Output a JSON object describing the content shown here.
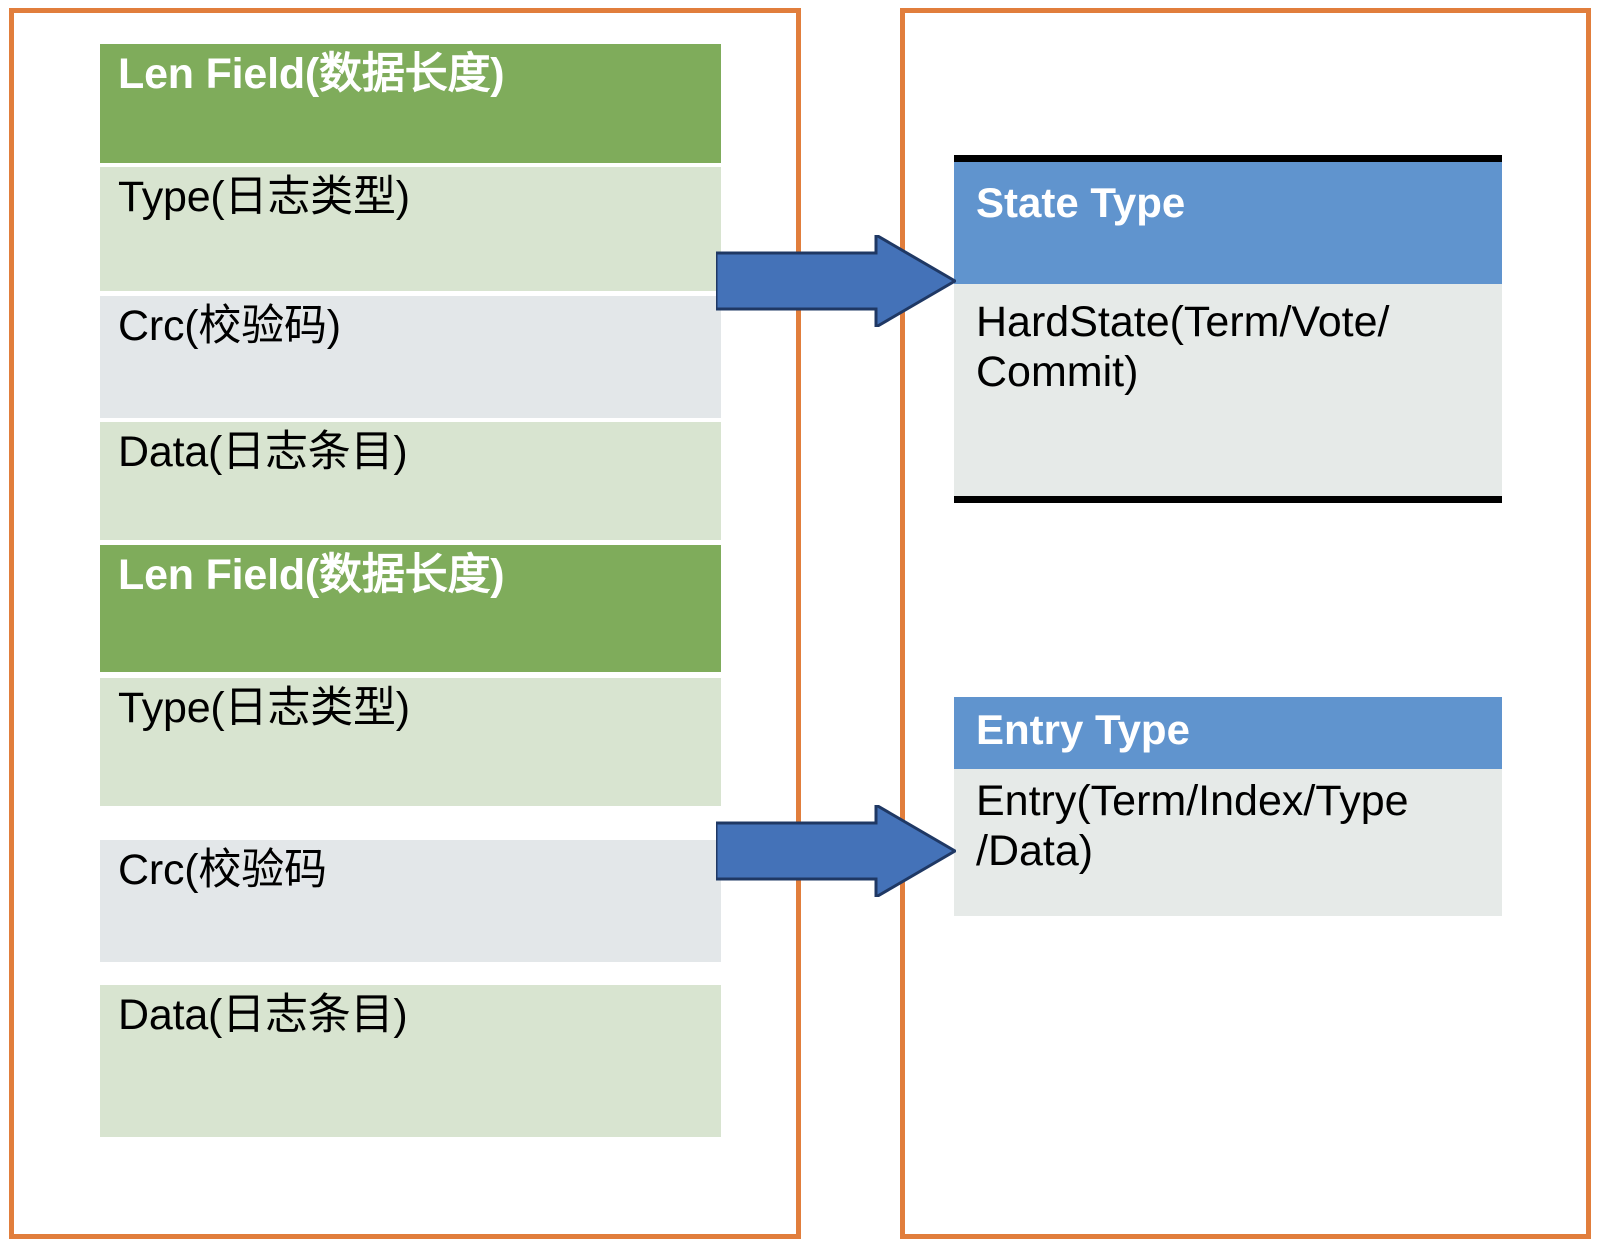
{
  "diagram": {
    "title": "WAL record layout mapped to raft state and entry types",
    "colors": {
      "panel_border": "#E17E3C",
      "header_green": "#7FAC5B",
      "row_green": "#D8E4D0",
      "row_gray": "#E3E7E9",
      "header_blue": "#6094CE",
      "body_gray": "#E6EAE8",
      "arrow_fill": "#4472B8",
      "arrow_stroke": "#1F3864",
      "box_border": "#000000",
      "text_light": "#FFFFFF",
      "text_dark": "#000000"
    }
  },
  "left_panel": {
    "name": "wal-record-stack",
    "records": [
      {
        "rows": [
          {
            "kind": "header",
            "label": "Len Field(数据长度)"
          },
          {
            "kind": "green",
            "label": "Type(日志类型)"
          },
          {
            "kind": "gray",
            "label": "Crc(校验码)"
          },
          {
            "kind": "green",
            "label": "Data(日志条目)"
          }
        ]
      },
      {
        "rows": [
          {
            "kind": "header",
            "label": "Len Field(数据长度)"
          },
          {
            "kind": "green",
            "label": "Type(日志类型)"
          },
          {
            "kind": "gray",
            "label": "Crc(校验码"
          },
          {
            "kind": "green",
            "label": "Data(日志条目)"
          }
        ]
      }
    ]
  },
  "right_panel": {
    "name": "raft-type-boxes",
    "boxes": [
      {
        "name": "state-type-box",
        "header": "State Type",
        "body": "HardState(Term/Vote/\nCommit)"
      },
      {
        "name": "entry-type-box",
        "header": "Entry Type",
        "body": "Entry(Term/Index/Type\n/Data)"
      }
    ]
  },
  "arrows": [
    {
      "name": "arrow-to-state-type",
      "label": ""
    },
    {
      "name": "arrow-to-entry-type",
      "label": ""
    }
  ]
}
